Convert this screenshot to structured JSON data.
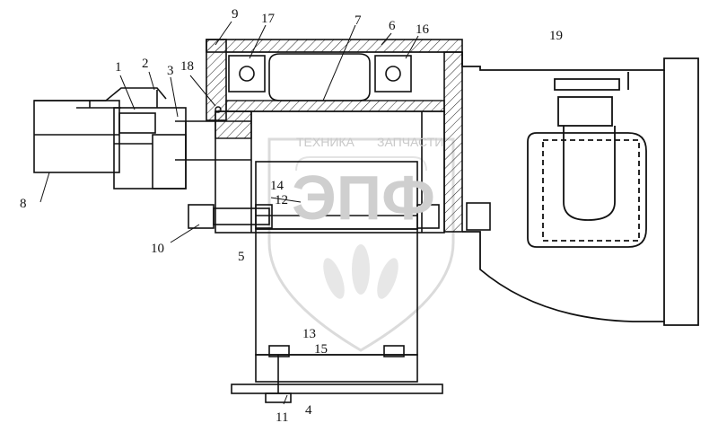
{
  "callouts": {
    "c1": "1",
    "c2": "2",
    "c3": "3",
    "c4": "4",
    "c5": "5",
    "c6": "6",
    "c7": "7",
    "c8": "8",
    "c9": "9",
    "c10": "10",
    "c11": "11",
    "c12": "12",
    "c13": "13",
    "c14": "14",
    "c15": "15",
    "c16": "16",
    "c17": "17",
    "c18": "18",
    "c19": "19"
  },
  "watermark": {
    "top_text": "ТЕХНИКА",
    "bottom_text": "ЗАПЧАСТИ",
    "logo": "ЭПФ"
  }
}
